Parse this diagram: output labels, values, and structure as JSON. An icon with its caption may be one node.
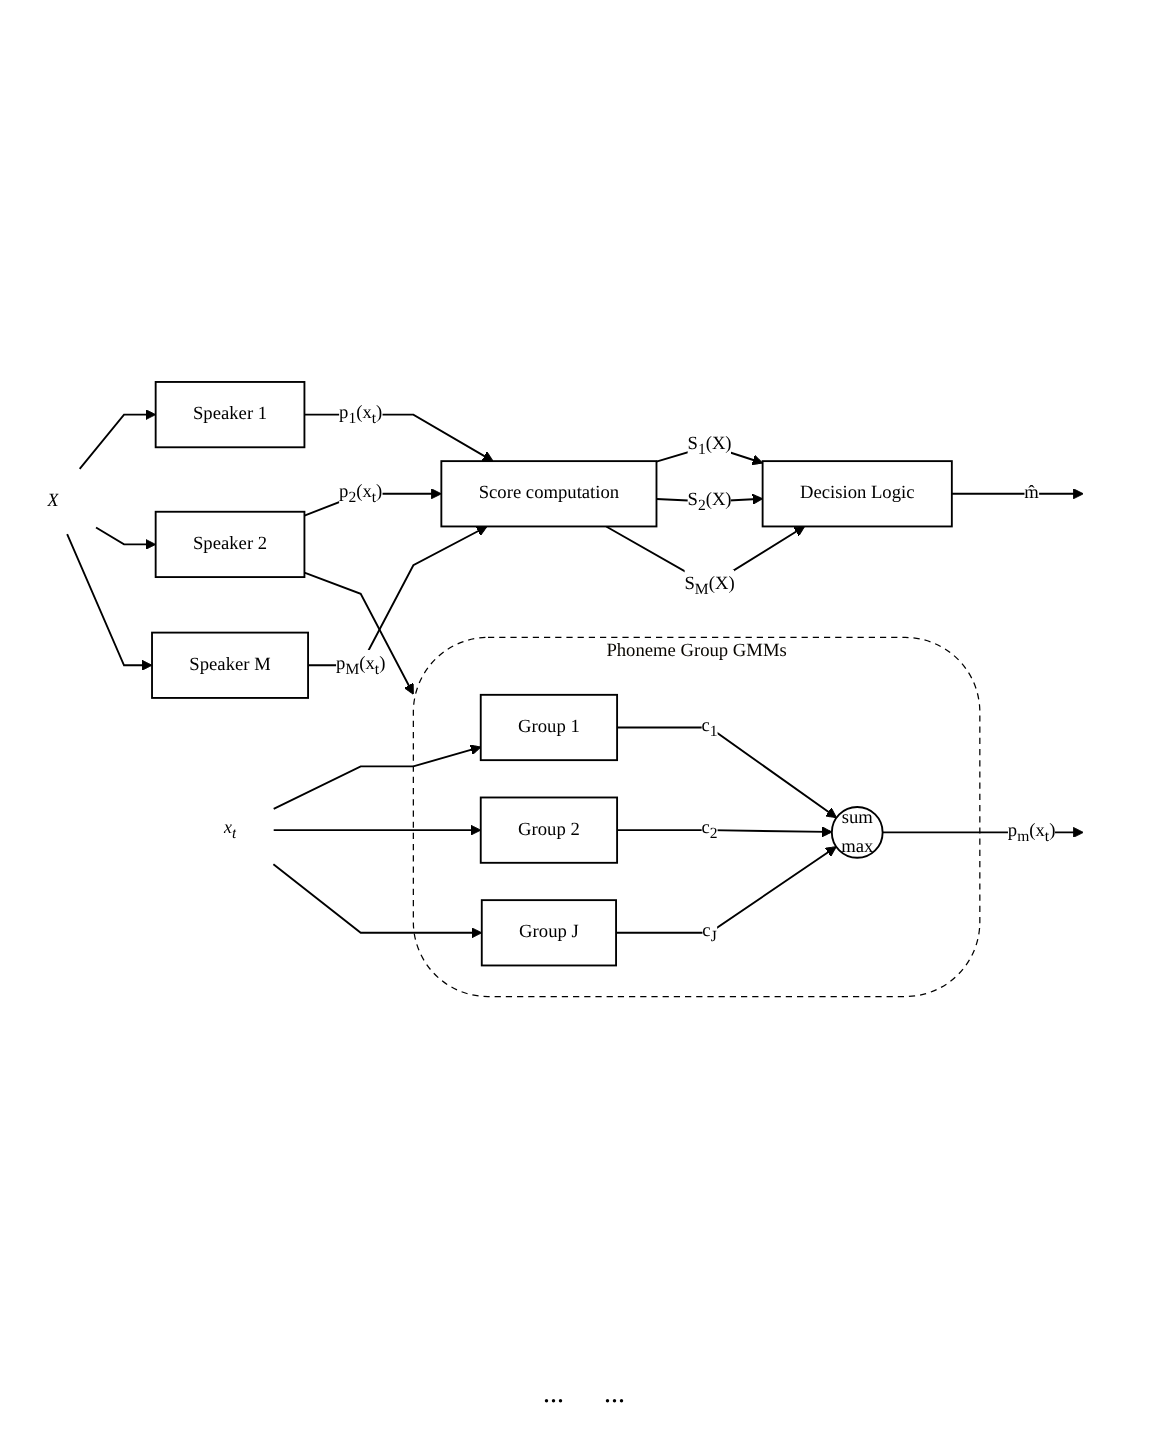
{
  "diagram": {
    "nodes": [
      {
        "text": [
          "X"
        ]
      },
      {
        "text": [
          "Speaker 1"
        ]
      },
      {
        "text": [
          "Speaker 2"
        ]
      },
      {
        "text": [
          "Speaker M"
        ]
      },
      {
        "text": [
          "Score computation"
        ]
      },
      {
        "text": [
          "Decision Logic"
        ]
      },
      {
        "text": [
          "Phoneme Group GMMs"
        ]
      },
      {
        "text": [
          "x$_{t}$"
        ]
      },
      {
        "text": [
          "Group 1"
        ],
        "in": 6
      },
      {
        "text": [
          "Group 2"
        ],
        "in": 6
      },
      {
        "text": [
          "Group J"
        ],
        "in": 6
      },
      {
        "text": [
          "sum",
          "max"
        ],
        "in": 6
      }
    ],
    "edges": [
      {
        "from": 0,
        "to": 1,
        "arrow": "to"
      },
      {
        "from": 0,
        "to": 2,
        "arrow": "to"
      },
      {
        "from": 0,
        "to": 3,
        "arrow": "to"
      },
      {
        "from": 1,
        "to": 4,
        "arrow": "to",
        "label": "p$_{1}$(x$_{t}$)"
      },
      {
        "from": 2,
        "to": 4,
        "arrow": "to",
        "label": "p$_{2}$(x$_{t}$)"
      },
      {
        "from": 3,
        "to": 4,
        "arrow": "to",
        "label": "p$_{M}$(x$_{t}$)"
      },
      {
        "from": 4,
        "to": 5,
        "arrow": "to",
        "label": "S$_{1}$(X)"
      },
      {
        "from": 4,
        "to": 5,
        "arrow": "to",
        "label": "S$_{2}$(X)"
      },
      {
        "from": 4,
        "to": 5,
        "arrow": "to",
        "label": "S$_{M}$(X)"
      },
      {
        "from": 5,
        "to": null,
        "arrow": "to",
        "label": "m̂"
      },
      {
        "from": 2,
        "to": 6,
        "arrow": "to"
      },
      {
        "from": 7,
        "to": 8,
        "arrow": "to"
      },
      {
        "from": 7,
        "to": 9,
        "arrow": "to"
      },
      {
        "from": 7,
        "to": 10,
        "arrow": "to"
      },
      {
        "from": 8,
        "to": 11,
        "arrow": "to",
        "label": "c$_{1}$"
      },
      {
        "from": 9,
        "to": 11,
        "arrow": "to",
        "label": "c$_{2}$"
      },
      {
        "from": 10,
        "to": 11,
        "arrow": "to",
        "label": "c$_{J}$"
      },
      {
        "from": 11,
        "to": null,
        "arrow": "to",
        "label": "p$_{m}$(x$_{t}$)"
      }
    ],
    "labels": [
      "...",
      "..."
    ]
  }
}
